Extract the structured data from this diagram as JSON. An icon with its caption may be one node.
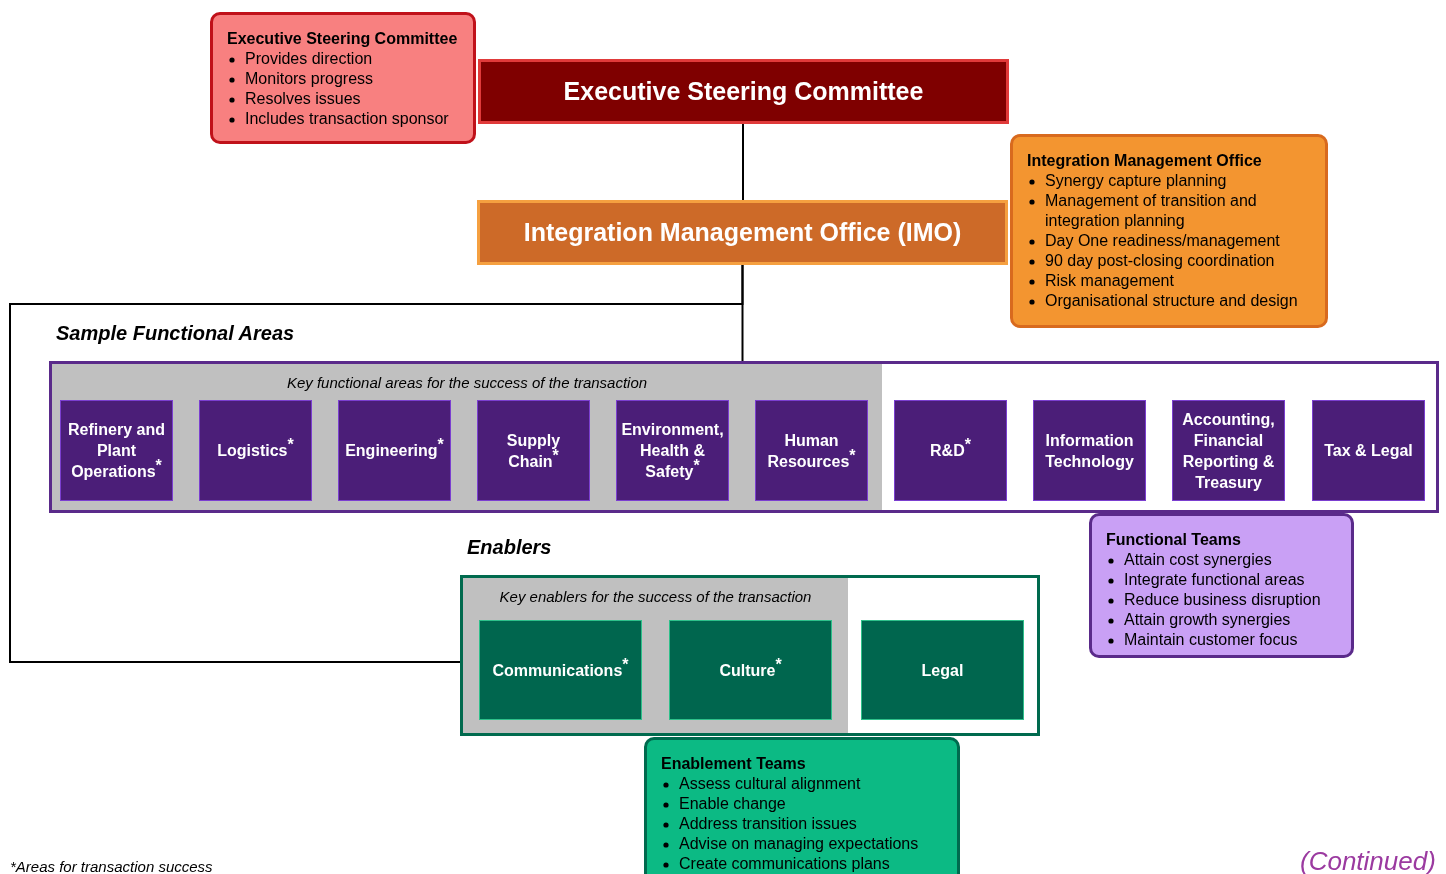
{
  "diagram": {
    "nodes": [
      {
        "text": [
          "Executive Steering Committee",
          "Provides direction",
          "Monitors progress",
          "Resolves issues",
          "Includes transaction sponsor"
        ]
      },
      {
        "text": [
          "Executive Steering Committee"
        ]
      },
      {
        "text": [
          "Integration Management Office (IMO)"
        ]
      },
      {
        "text": [
          "Integration Management Office",
          "Synergy capture planning",
          "Management of transition and integration planning",
          "Day One readiness/management",
          "90 day post-closing coordination",
          "Risk management",
          "Organisational structure and design"
        ]
      },
      {
        "text": [
          "Sample Functional Areas"
        ]
      },
      {
        "text": [
          "Key functional areas for the success of the transaction"
        ],
        "in": 4
      },
      {
        "text": [
          "Refinery and Plant Operations$^{*}$"
        ],
        "in": 5
      },
      {
        "text": [
          "Logistics$^{*}$"
        ],
        "in": 5
      },
      {
        "text": [
          "Engineering$^{*}$"
        ],
        "in": 5
      },
      {
        "text": [
          "Supply Chain$^{*}$"
        ],
        "in": 5
      },
      {
        "text": [
          "Environment, Health & Safety$^{*}$"
        ],
        "in": 5
      },
      {
        "text": [
          "Human Resources$^{*}$"
        ],
        "in": 5
      },
      {
        "text": [
          "R&D$^{*}$"
        ],
        "in": 4
      },
      {
        "text": [
          "Information Technology"
        ],
        "in": 4
      },
      {
        "text": [
          "Accounting, Financial Reporting & Treasury"
        ],
        "in": 4
      },
      {
        "text": [
          "Tax & Legal"
        ],
        "in": 4
      },
      {
        "text": [
          "Functional Teams",
          "Attain cost synergies",
          "Integrate functional areas",
          "Reduce business disruption",
          "Attain growth synergies",
          "Maintain customer focus"
        ]
      },
      {
        "text": [
          "Enablers"
        ]
      },
      {
        "text": [
          "Key enablers for the success of the transaction"
        ],
        "in": 17
      },
      {
        "text": [
          "Communications$^{*}$"
        ],
        "in": 18
      },
      {
        "text": [
          "Culture$^{*}$"
        ],
        "in": 18
      },
      {
        "text": [
          "Legal"
        ],
        "in": 17
      },
      {
        "text": [
          "Enablement Teams",
          "Assess cultural alignment",
          "Enable change",
          "Address transition issues",
          "Advise on managing expectations",
          "Create communications plans"
        ]
      }
    ],
    "edges": [
      {
        "from": 1,
        "to": 2,
        "arrow": "none"
      },
      {
        "from": 2,
        "to": 4,
        "arrow": "none"
      },
      {
        "from": 2,
        "to": 17,
        "arrow": "none"
      }
    ],
    "labels": [
      "*Areas for transaction success",
      "(Continued)"
    ]
  }
}
